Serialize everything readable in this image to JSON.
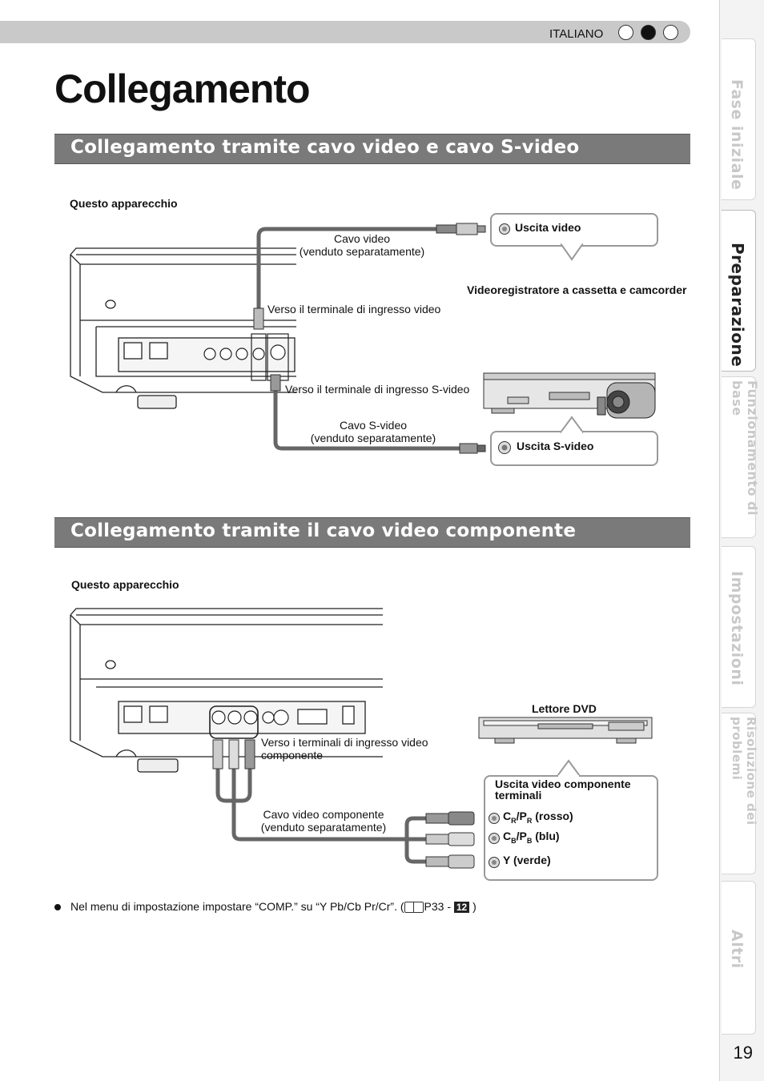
{
  "header": {
    "language": "ITALIANO"
  },
  "page_title": "Collegamento",
  "section1": {
    "title": "Collegamento tramite cavo video e cavo S-video",
    "device_label": "Questo apparecchio",
    "cable_video_line1": "Cavo video",
    "cable_video_line2": "(venduto separatamente)",
    "to_video_input": "Verso il terminale di ingresso video",
    "to_svideo_input": "Verso il terminale di ingresso S-video",
    "cable_svideo_line1": "Cavo S-video",
    "cable_svideo_line2": "(venduto separatamente)",
    "video_out": "Uscita video",
    "svideo_out": "Uscita S-video",
    "source_device": "Videoregistratore a cassetta e camcorder"
  },
  "section2": {
    "title": "Collegamento tramite il cavo video componente",
    "device_label": "Questo apparecchio",
    "to_component_line1": "Verso i terminali di ingresso video",
    "to_component_line2": "componente",
    "cable_component_line1": "Cavo video componente",
    "cable_component_line2": "(venduto separatamente)",
    "dvd_label": "Lettore DVD",
    "out_title_line1": "Uscita video componente",
    "out_title_line2": "terminali",
    "cr_main": "C",
    "cr_sub": "R",
    "cr_slash": "/P",
    "cr_sub2": "R",
    "cr_color": "(rosso)",
    "cb_main": "C",
    "cb_sub": "B",
    "cb_slash": "/P",
    "cb_sub2": "B",
    "cb_color": "(blu)",
    "y_label": "Y (verde)"
  },
  "note": {
    "text": "Nel menu di impostazione impostare “COMP.” su “Y Pb/Cb Pr/Cr”. (",
    "ref": "P33 -",
    "badge": "12",
    "close": ")"
  },
  "side_tabs": [
    "Fase iniziale",
    "Preparazione",
    "Funzionamento di base",
    "Impostazioni",
    "Risoluzione dei problemi",
    "Altri"
  ],
  "page_number": "19"
}
